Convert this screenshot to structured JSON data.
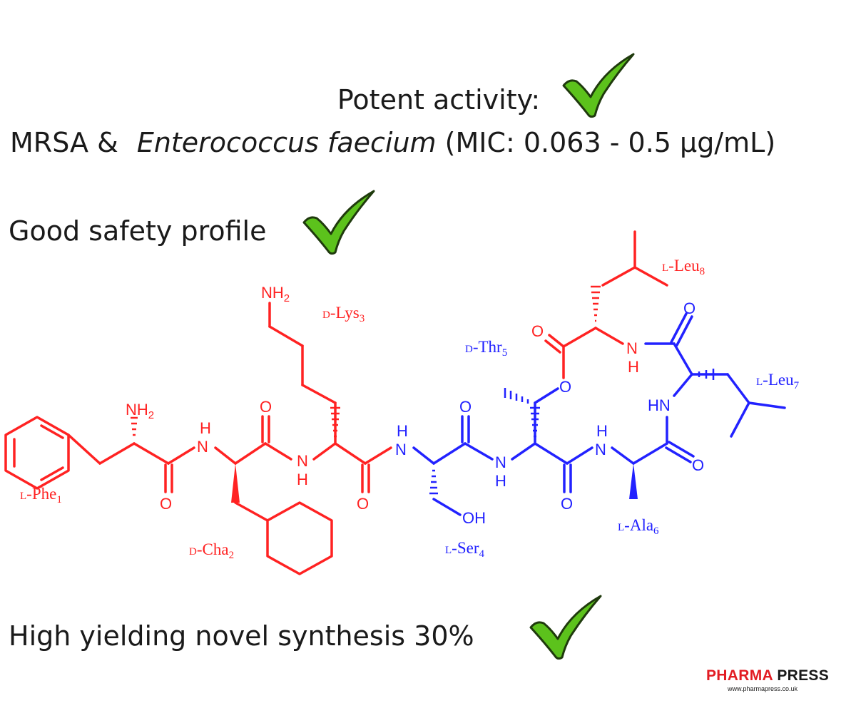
{
  "headings": {
    "potent": "Potent activity:",
    "mrsa_prefix": "MRSA & ",
    "mrsa_species": "Enterococcus faecium",
    "mrsa_mic": " (MIC: 0.063 - 0.5 μg/mL)",
    "safety": "Good safety profile",
    "synthesis": "High yielding novel synthesis 30%"
  },
  "atoms": {
    "nh2": "NH",
    "sub2": "2",
    "h": "H",
    "n": "N",
    "o": "O",
    "oh": "OH",
    "hn": "HN"
  },
  "residues": {
    "phe": {
      "stereo": "L",
      "name": "-Phe",
      "index": "1"
    },
    "cha": {
      "stereo": "D",
      "name": "-Cha",
      "index": "2"
    },
    "lys": {
      "stereo": "D",
      "name": "-Lys",
      "index": "3"
    },
    "ser": {
      "stereo": "L",
      "name": "-Ser",
      "index": "4"
    },
    "thr": {
      "stereo": "D",
      "name": "-Thr",
      "index": "5"
    },
    "ala": {
      "stereo": "L",
      "name": "-Ala",
      "index": "6"
    },
    "leu7": {
      "stereo": "L",
      "name": "-Leu",
      "index": "7"
    },
    "leu8": {
      "stereo": "L",
      "name": "-Leu",
      "index": "8"
    }
  },
  "logo": {
    "brand_red": "PHARMA",
    "brand_dark": " PRESS",
    "url": "www.pharmapress.co.uk"
  },
  "colors": {
    "red_segment": "#ff2222",
    "blue_segment": "#2222ff",
    "check_fill": "#5cc21c",
    "brand_red": "#e21c23"
  }
}
